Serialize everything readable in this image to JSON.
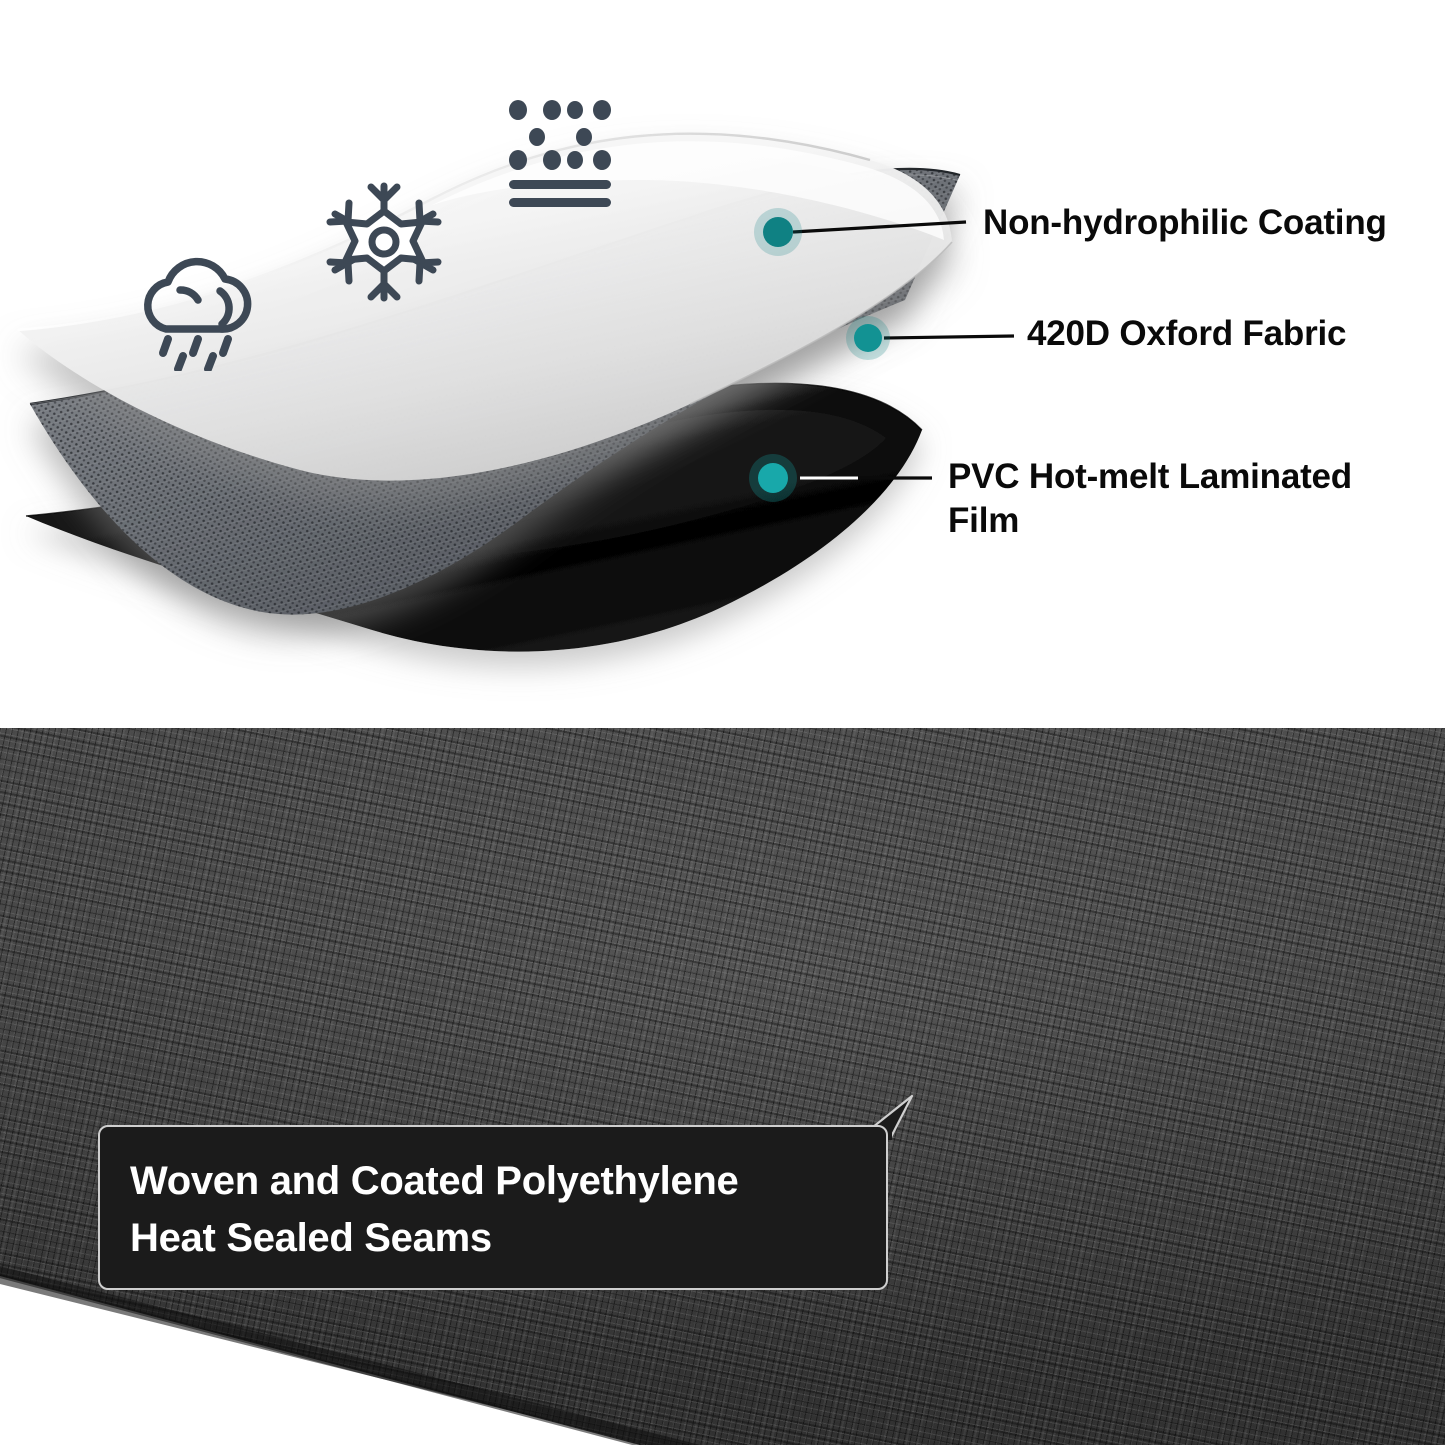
{
  "diagram": {
    "type": "exploded-layer-construction",
    "title_present": false,
    "accent_teal": "#0f8183",
    "icon_color": "#3d4855",
    "layers": [
      {
        "id": "layer-top",
        "label": "Non-hydrophilic Coating",
        "fill": "#f1f1f1",
        "order": 1
      },
      {
        "id": "layer-middle",
        "label": "420D Oxford Fabric",
        "fill": "#6f7379",
        "order": 2
      },
      {
        "id": "layer-bottom",
        "label": "PVC Hot-melt Laminated Film",
        "label_line_1": "PVC Hot-melt Laminated",
        "label_line_2": "Film",
        "fill": "#0a0a0a",
        "order": 3
      }
    ],
    "icons": [
      {
        "name": "rain-cloud-icon",
        "meaning": "rain resistant"
      },
      {
        "name": "snowflake-icon",
        "meaning": "snow resistant"
      },
      {
        "name": "water-repellent-icon",
        "meaning": "water beads off surface"
      }
    ]
  },
  "photo": {
    "material": "black woven coated polyethylene tarp",
    "base_color": "#3b3b3b"
  },
  "caption": {
    "line1": "Woven and Coated Polyethylene",
    "line2": "Heat Sealed Seams",
    "background": "#1b1b1b",
    "text_color": "#ffffff",
    "border_color": "#cfcfcf"
  }
}
